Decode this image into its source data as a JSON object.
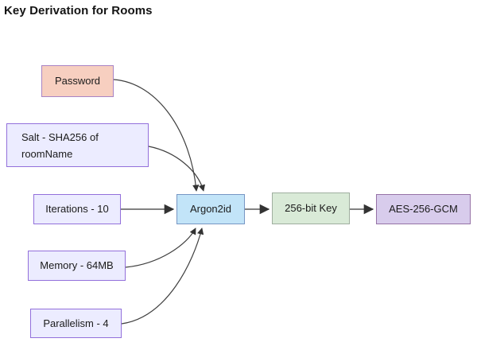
{
  "title": "Key Derivation for Rooms",
  "diagram": {
    "type": "flowchart",
    "nodes": {
      "password": {
        "label": "Password",
        "fill": "#F7CFC0",
        "border": "#A883C4"
      },
      "salt": {
        "label": "Salt - SHA256 of roomName",
        "fill": "#ECECFF",
        "border": "#9370DB"
      },
      "iterations": {
        "label": "Iterations - 10",
        "fill": "#ECECFF",
        "border": "#9370DB"
      },
      "memory": {
        "label": "Memory - 64MB",
        "fill": "#ECECFF",
        "border": "#9370DB"
      },
      "parallelism": {
        "label": "Parallelism - 4",
        "fill": "#ECECFF",
        "border": "#9370DB"
      },
      "argon2id": {
        "label": "Argon2id",
        "fill": "#C2E4F8",
        "border": "#7796C4"
      },
      "key": {
        "label": "256-bit Key",
        "fill": "#D9EAD7",
        "border": "#9FAE9F"
      },
      "aes": {
        "label": "AES-256-GCM",
        "fill": "#D8CCEC",
        "border": "#9673A6"
      }
    },
    "edges": [
      {
        "from": "password",
        "to": "argon2id"
      },
      {
        "from": "salt",
        "to": "argon2id"
      },
      {
        "from": "iterations",
        "to": "argon2id"
      },
      {
        "from": "memory",
        "to": "argon2id"
      },
      {
        "from": "parallelism",
        "to": "argon2id"
      },
      {
        "from": "argon2id",
        "to": "key"
      },
      {
        "from": "key",
        "to": "aes"
      }
    ],
    "edge_color": "#3f3f3f"
  }
}
